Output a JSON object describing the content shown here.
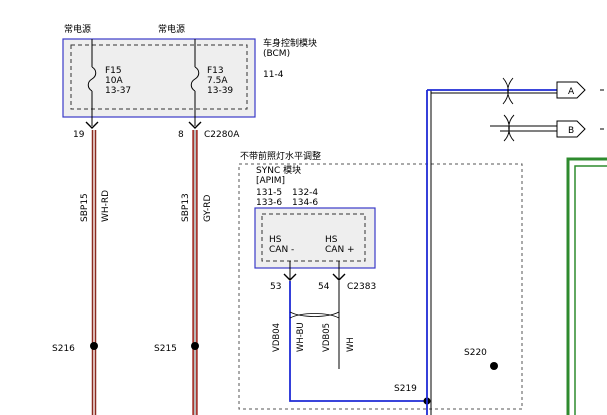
{
  "bcm": {
    "power_label_left": "常电源",
    "power_label_right": "常电源",
    "title": "车身控制模块",
    "abbr": "(BCM)",
    "ref": "11-4",
    "fuse_left": {
      "name": "F15",
      "rating": "10A",
      "ref": "13-37"
    },
    "fuse_right": {
      "name": "F13",
      "rating": "7.5A",
      "ref": "13-39"
    },
    "pin_left": "19",
    "pin_right": "8",
    "connector": "C2280A"
  },
  "wires_left": {
    "circuit_left": "SBP15",
    "color_left": "WH-RD",
    "circuit_right": "SBP13",
    "color_right": "GY-RD"
  },
  "splices": {
    "s216": "S216",
    "s215": "S215",
    "s220": "S220",
    "s219": "S219"
  },
  "apim": {
    "variant_note": "不带前照灯水平调整",
    "title": "SYNC 模块",
    "abbr": "[APIM]",
    "ref1a": "131-5",
    "ref1b": "132-4",
    "ref2a": "133-6",
    "ref2b": "134-6",
    "can_low_line1": "HS",
    "can_low_line2": "CAN -",
    "can_high_line1": "HS",
    "can_high_line2": "CAN +",
    "pin_low": "53",
    "pin_high": "54",
    "connector": "C2383"
  },
  "wires_apim": {
    "circuit_low": "VDB04",
    "color_low": "WH-BU",
    "circuit_high": "VDB05",
    "color_high": "WH"
  },
  "offpage": {
    "a": "A",
    "b": "B"
  },
  "colors": {
    "wh_rd": "#8a2b20",
    "gy_rd": "#a83a32",
    "can_blue": "#1f2bd6",
    "module_border": "#3a3ac8",
    "green_bus": "#2e8b2e"
  }
}
